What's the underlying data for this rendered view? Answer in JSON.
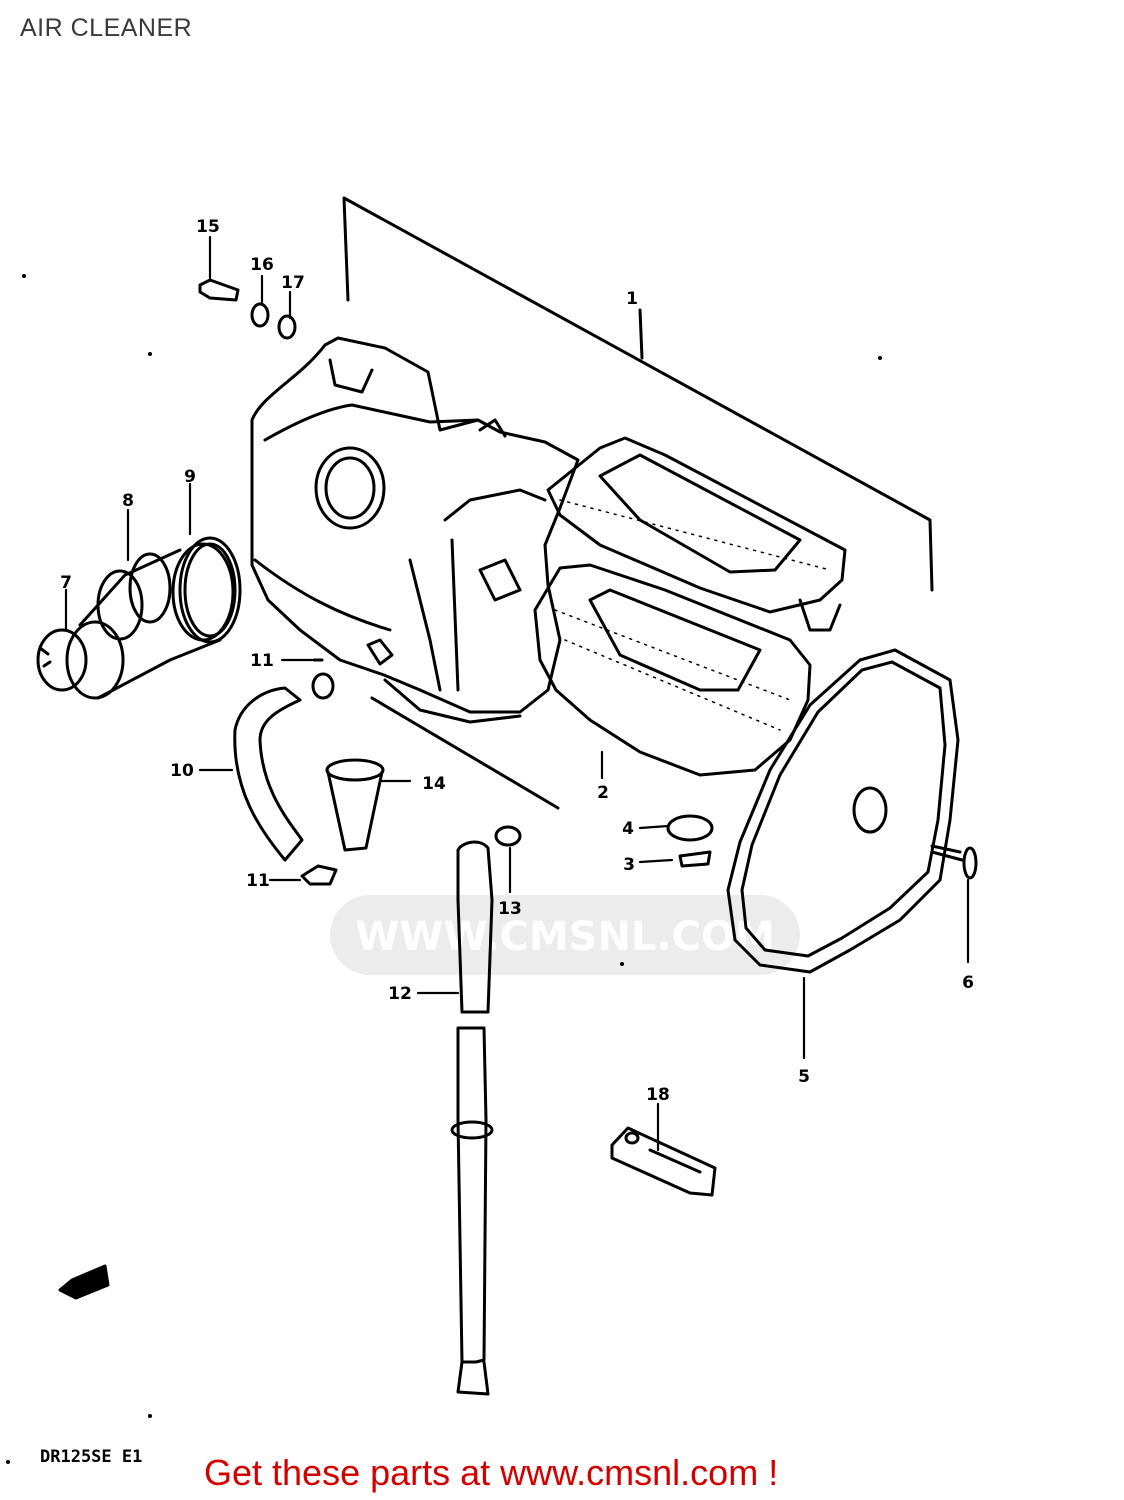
{
  "page": {
    "title": "AIR CLEANER",
    "model_code": "DR125SE E1",
    "footer_text": "Get these parts at www.cmsnl.com !",
    "watermark_text": "WWW.CMSNL.COM",
    "footer_color": "#d40000"
  },
  "callouts": [
    "1",
    "2",
    "3",
    "4",
    "5",
    "6",
    "7",
    "8",
    "9",
    "10",
    "11",
    "11",
    "12",
    "13",
    "14",
    "15",
    "16",
    "17",
    "18"
  ]
}
